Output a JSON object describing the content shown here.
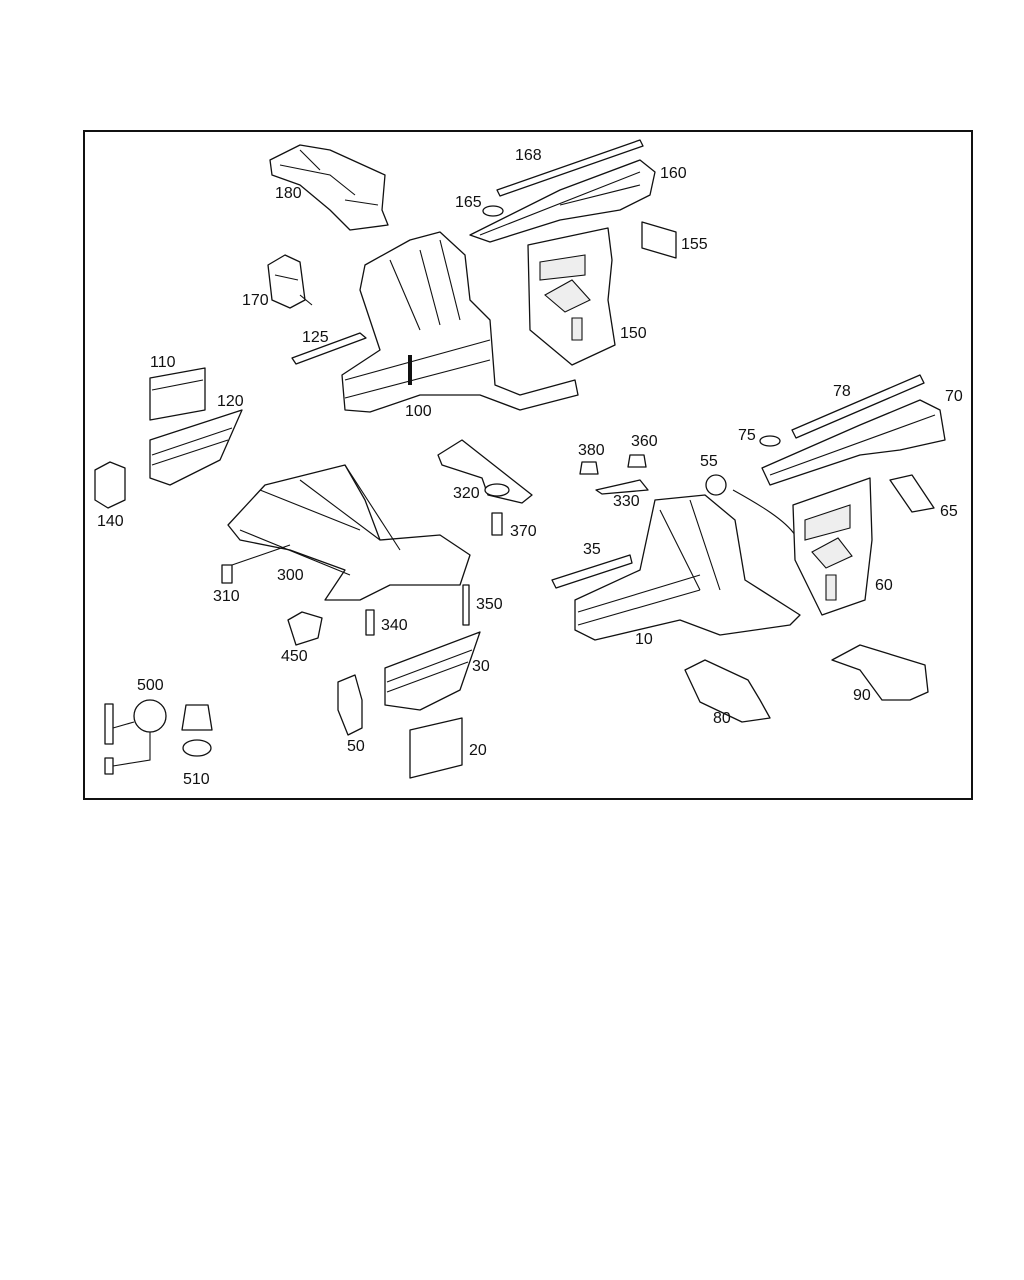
{
  "diagram": {
    "labels": [
      "10",
      "20",
      "30",
      "35",
      "50",
      "55",
      "60",
      "65",
      "70",
      "75",
      "78",
      "80",
      "90",
      "100",
      "110",
      "120",
      "125",
      "140",
      "150",
      "155",
      "160",
      "165",
      "168",
      "170",
      "180",
      "300",
      "310",
      "320",
      "330",
      "340",
      "350",
      "360",
      "370",
      "380",
      "450",
      "500",
      "510"
    ]
  }
}
